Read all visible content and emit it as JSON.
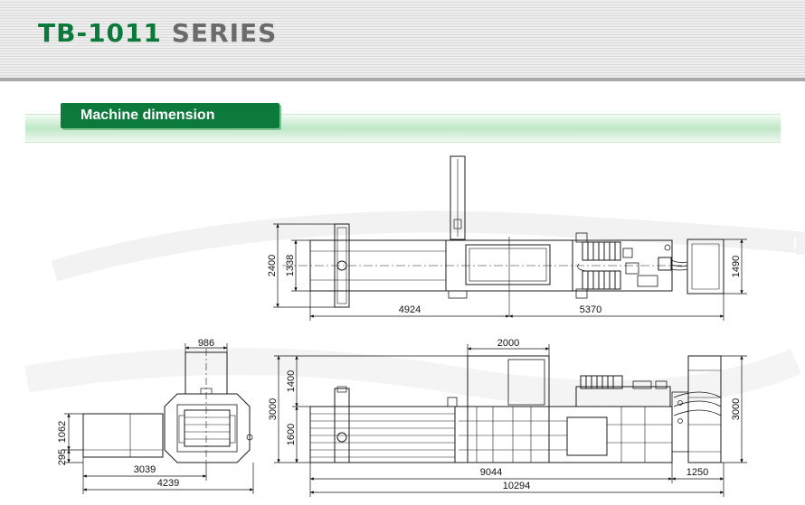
{
  "header": {
    "model": "TB-1011",
    "series": "SERIES"
  },
  "section": {
    "label": "Machine dimension"
  },
  "dimensions": {
    "top_view": {
      "height_total": "2400",
      "height_chamber": "1338",
      "length_front": "4924",
      "length_rear": "5370",
      "height_right": "1490"
    },
    "end_view": {
      "width_top": "986",
      "height_upper": "1062",
      "height_lower": "295",
      "width_inner": "3039",
      "width_total": "4239"
    },
    "side_view": {
      "hopper_width": "2000",
      "height_total": "3000",
      "height_upper": "1400",
      "height_lower": "1600",
      "height_right": "3000",
      "length_main": "9044",
      "length_tail": "1250",
      "length_total": "10294"
    }
  },
  "colors": {
    "brand_green": "#0a7a3a",
    "series_gray": "#6b6b6b",
    "line": "#1a1a1a"
  }
}
